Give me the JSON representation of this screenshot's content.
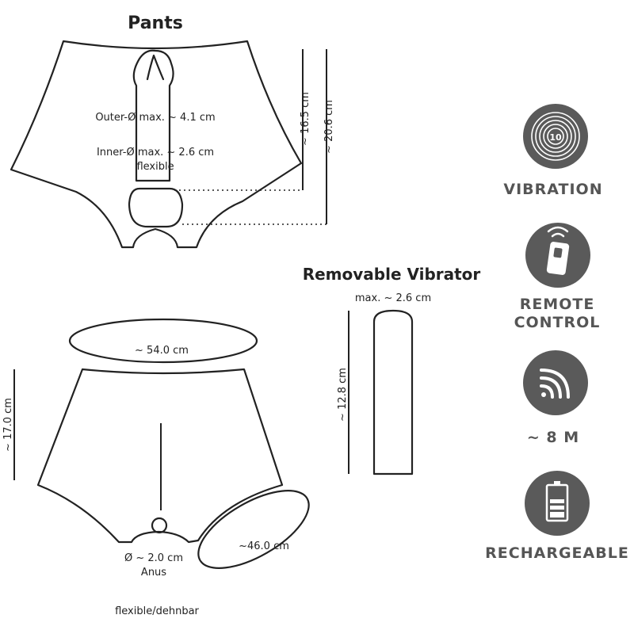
{
  "top_section": {
    "title": "Pants",
    "outer_diameter": "Outer-Ø max. ~ 4.1 cm",
    "inner_diameter": "Inner-Ø max. ~ 2.6 cm",
    "inner_note": "flexible",
    "length_short": "~ 16.5 cm",
    "length_total": "~ 20.6 cm"
  },
  "vibrator_section": {
    "title": "Removable Vibrator",
    "diameter": "max. ~ 2.6 cm",
    "length": "~ 12.8 cm"
  },
  "bottom_section": {
    "waist": "~ 54.0 cm",
    "height": "~ 17.0 cm",
    "leg": "~46.0 cm",
    "anus_diameter": "Ø ~ 2.0 cm",
    "anus_label": "Anus",
    "material_note": "flexible/dehnbar"
  },
  "features": [
    {
      "label": "VIBRATION",
      "icon": "vibration-rings-icon",
      "badge": "10"
    },
    {
      "label": "REMOTE CONTROL",
      "line1": "REMOTE",
      "line2": "CONTROL",
      "icon": "remote-control-icon"
    },
    {
      "label": "~ 8 M",
      "icon": "wireless-signal-icon"
    },
    {
      "label": "RECHARGEABLE",
      "icon": "battery-icon"
    }
  ],
  "colors": {
    "icon_bg": "#5a5a5a",
    "feature_text": "#555555",
    "line": "#222222"
  }
}
